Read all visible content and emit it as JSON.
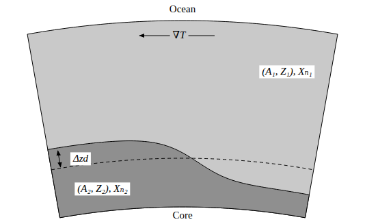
{
  "diagram": {
    "nodes": [
      {
        "text": [
          "∇T",
          "(A₁, Z₁), Xₙ₁"
        ]
      },
      {
        "text": [
          "(A₂, Z₂), Xₙ₂"
        ]
      }
    ],
    "labels": [
      "Ocean",
      "Core",
      "Δzd"
    ]
  }
}
